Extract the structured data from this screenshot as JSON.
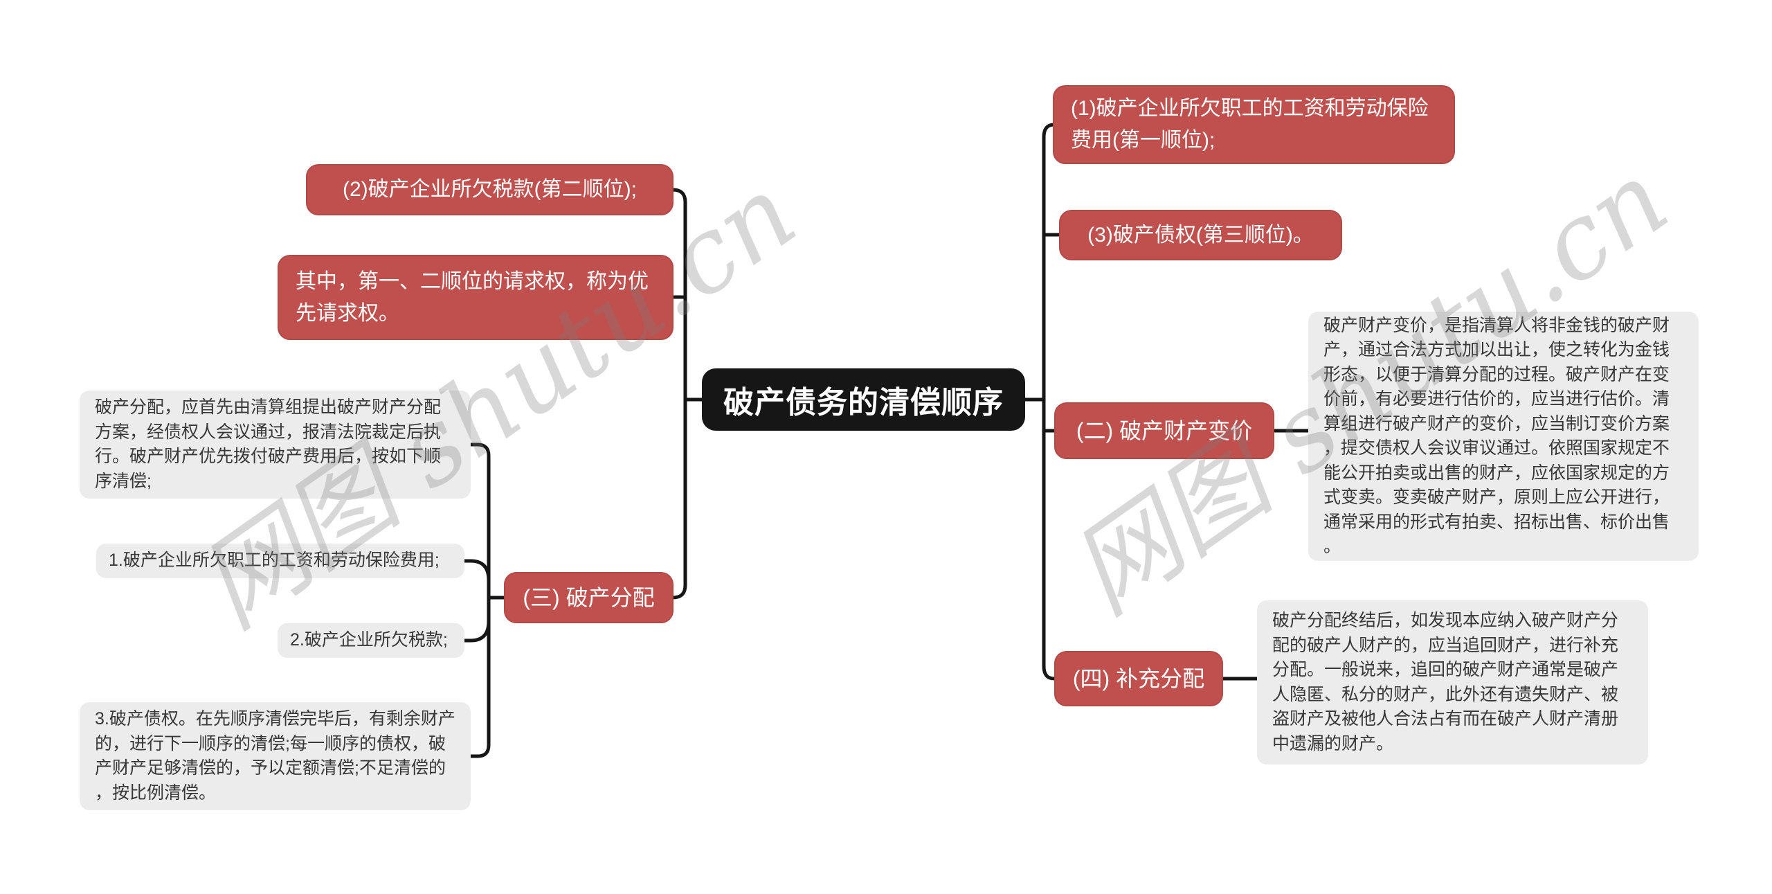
{
  "title": "破产债务的清偿顺序",
  "watermark": "网图 shutu.cn",
  "colors": {
    "node_red": "#c0504d",
    "node_black": "#161616",
    "block_gray": "#ececec",
    "connector_black": "#161616"
  },
  "left_branch": {
    "node_order2": "(2)破产企业所欠税款(第二顺位);",
    "priority_note": "其中，第一、二顺位的请求权，称为优先请求权。",
    "distribution_branch": "(三) 破产分配",
    "distribution_intro": "破产分配，应首先由清算组提出破产财产分配方案，经债权人会议通过，报清法院裁定后执行。破产财产优先拨付破产费用后，按如下顺序清偿;",
    "item1": "1.破产企业所欠职工的工资和劳动保险费用;",
    "item2": "2.破产企业所欠税款;",
    "item3": "3.破产债权。在先顺序清偿完毕后，有剩余财产的，进行下一顺序的清偿;每一顺序的债权，破产财产足够清偿的，予以定额清偿;不足清偿的，按比例清偿。"
  },
  "right_branch": {
    "node_order1": "(1)破产企业所欠职工的工资和劳动保险费用(第一顺位);",
    "node_order3": "(3)破产债权(第三顺位)。",
    "valuation_branch": "(二) 破产财产变价",
    "valuation_note": "破产财产变价，是指清算人将非金钱的破产财产，通过合法方式加以出让，使之转化为金钱形态，以便于清算分配的过程。破产财产在变价前，有必要进行估价的，应当进行估价。清算组进行破产财产的变价，应当制订变价方案，提交债权人会议审议通过。依照国家规定不能公开拍卖或出售的财产，应依国家规定的方式变卖。变卖破产财产，原则上应公开进行，通常采用的形式有拍卖、招标出售、标价出售。",
    "supplement_branch": "(四) 补充分配",
    "supplement_note": "破产分配终结后，如发现本应纳入破产财产分配的破产人财产的，应当追回财产，进行补充分配。一般说来，追回的破产财产通常是破产人隐匿、私分的财产，此外还有遗失财产、被盗财产及被他人合法占有而在破产人财产清册中遗漏的财产。"
  }
}
